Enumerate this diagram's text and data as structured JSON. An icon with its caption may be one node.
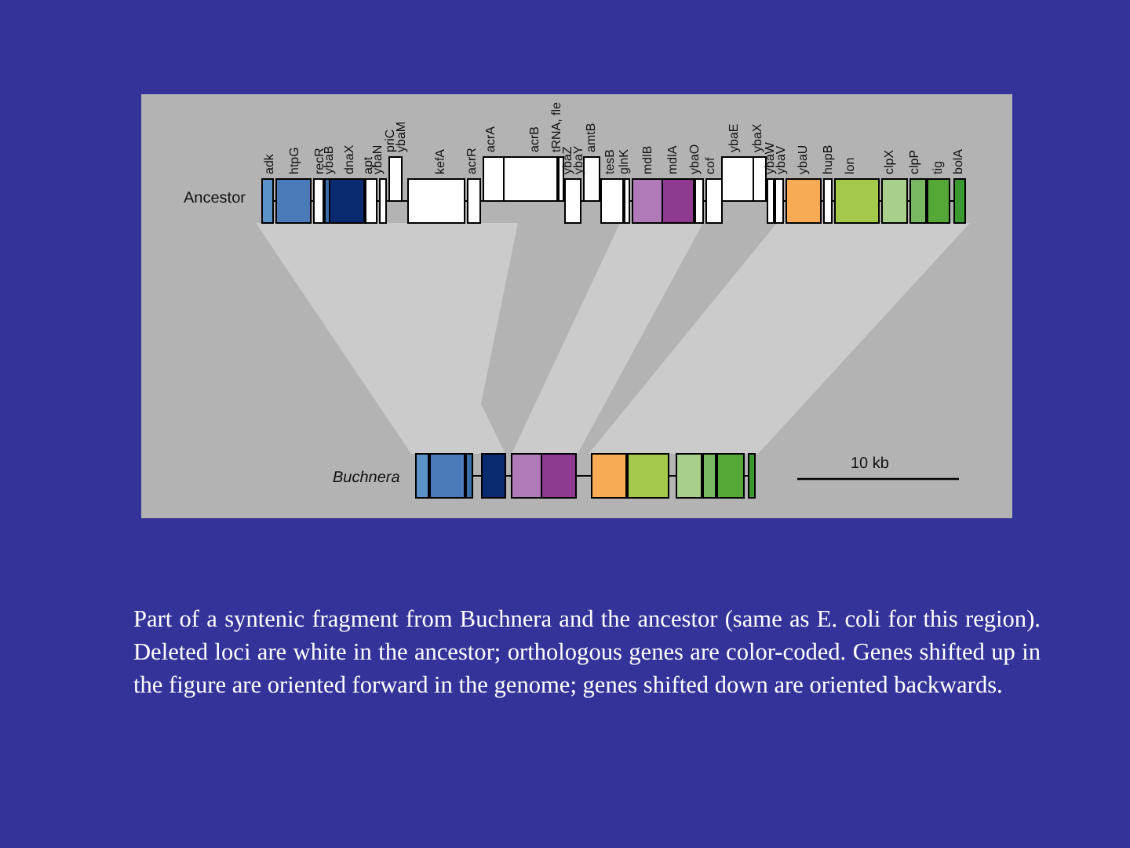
{
  "diagram": {
    "caption": "Part of a syntenic fragment from Buchnera and the ancestor (same as E. coli for this region). Deleted loci are white in the ancestor; orthologous genes are color-coded. Genes shifted up in the figure are oriented forward in the genome; genes shifted down are oriented backwards.",
    "labels": [
      "Ancestor",
      "adk",
      "htpG",
      "recR",
      "ybaB",
      "dnaX",
      "apt",
      "ybaN",
      "priC",
      "ybaM",
      "kefA",
      "acrR",
      "acrA",
      "acrB",
      "tRNA, fle",
      "ybaZ",
      "ybaY",
      "amtB",
      "tesB",
      "glnK",
      "mdlB",
      "mdlA",
      "ybaO",
      "cof",
      "ybaE",
      "ybaX",
      "ybaW",
      "ybaV",
      "ybaU",
      "hupB",
      "lon",
      "clpX",
      "clpP",
      "tig",
      "bolA",
      "Buchnera",
      "10 kb"
    ]
  }
}
